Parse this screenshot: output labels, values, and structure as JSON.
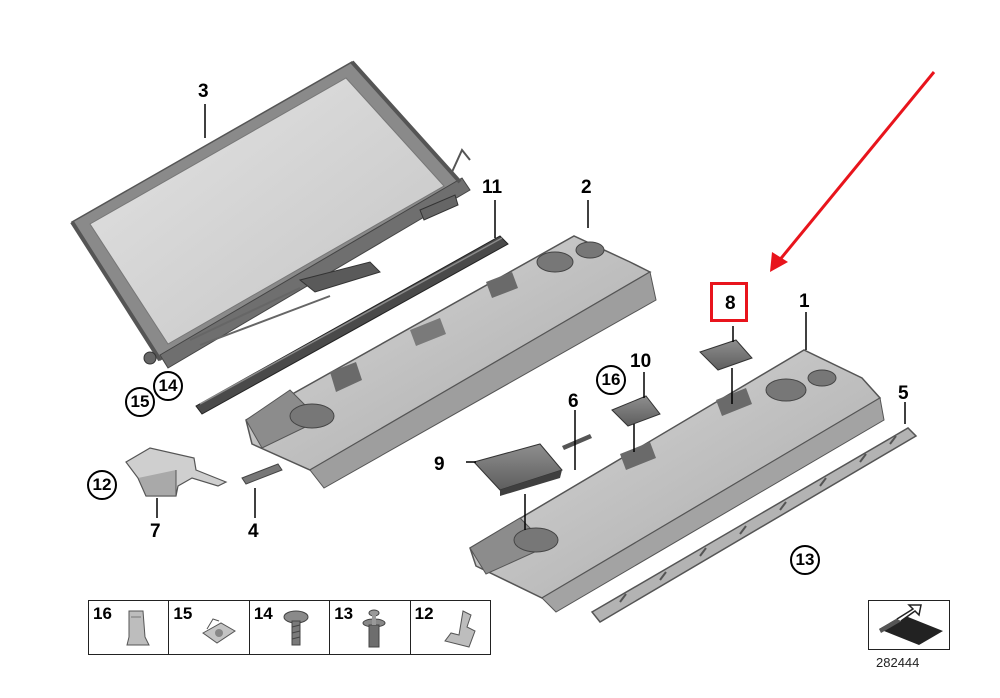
{
  "labels": {
    "l1": "1",
    "l2": "2",
    "l3": "3",
    "l4": "4",
    "l5": "5",
    "l6": "6",
    "l7": "7",
    "l8": "8",
    "l9": "9",
    "l10": "10",
    "l11": "11"
  },
  "circled": {
    "c12": "12",
    "c13": "13",
    "c14": "14",
    "c15": "15",
    "c16": "16"
  },
  "fastener_table": [
    {
      "number": "16",
      "icon": "clip-icon"
    },
    {
      "number": "15",
      "icon": "speed-nut-icon"
    },
    {
      "number": "14",
      "icon": "screw-icon"
    },
    {
      "number": "13",
      "icon": "expanding-rivet-icon"
    },
    {
      "number": "12",
      "icon": "bracket-clip-icon"
    }
  ],
  "reference_number": "282444",
  "highlight_color": "#e8141c"
}
